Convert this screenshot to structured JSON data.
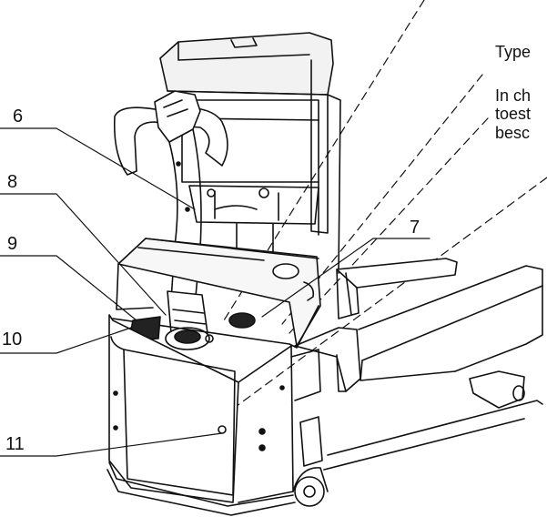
{
  "callouts": [
    "6",
    "8",
    "9",
    "10",
    "7",
    "11"
  ],
  "text_lines": [
    "Type",
    "In ch",
    "toest",
    "besc"
  ],
  "colors": {
    "line": "#111111",
    "paper": "#ffffff",
    "fill_light": "#f2f2f2",
    "fill_dark": "#222222"
  }
}
